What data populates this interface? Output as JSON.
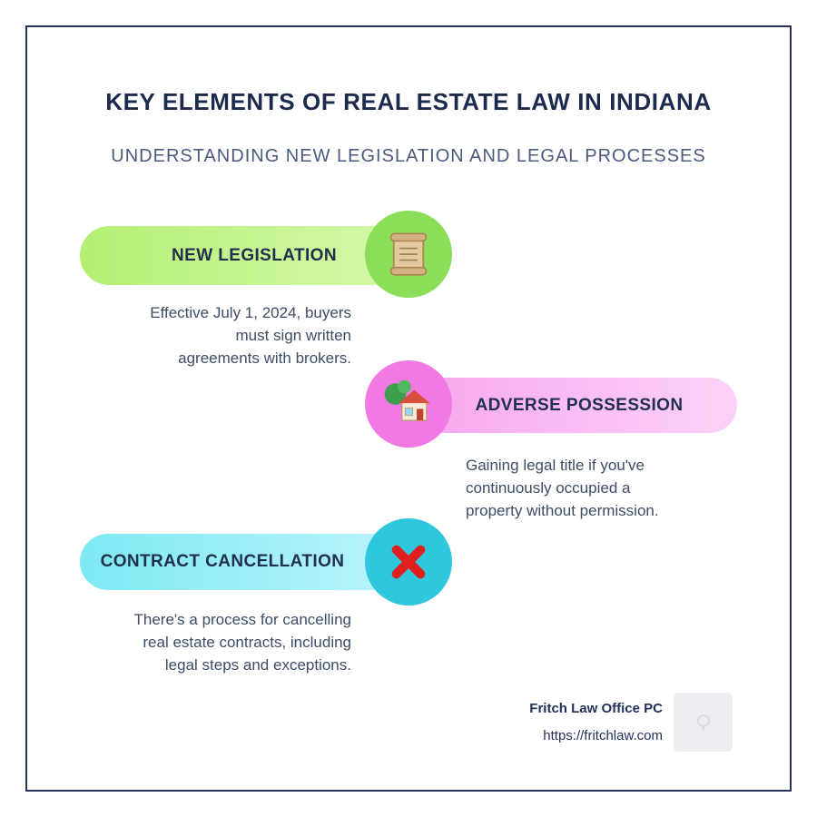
{
  "page": {
    "title": "KEY ELEMENTS OF REAL ESTATE LAW IN INDIANA",
    "subtitle": "UNDERSTANDING NEW LEGISLATION AND LEGAL PROCESSES"
  },
  "theme": {
    "frame_border": "#27335c",
    "title_color": "#1c2b4d",
    "subtitle_color": "#4a5b7e",
    "body_text_color": "#3d4d66",
    "label_color": "#21304f"
  },
  "sections": [
    {
      "label": "NEW LEGISLATION",
      "icon": "scroll-icon",
      "pill": {
        "from": "#b3ef73",
        "to": "#d8f9ad",
        "dir": "90deg"
      },
      "circle_color": "#8ade58",
      "description_lines": [
        "Effective July 1, 2024, buyers",
        "must sign written",
        "agreements with brokers."
      ]
    },
    {
      "label": "ADVERSE POSSESSION",
      "icon": "house-icon",
      "pill": {
        "from": "#f8a6ee",
        "to": "#fbd2f7",
        "dir": "90deg"
      },
      "circle_color": "#f279e4",
      "description_lines": [
        "Gaining legal title if you've",
        "continuously occupied a",
        "property without permission."
      ]
    },
    {
      "label": "CONTRACT CANCELLATION",
      "icon": "cross-icon",
      "pill": {
        "from": "#7ee9f3",
        "to": "#bdf4f9",
        "dir": "90deg"
      },
      "circle_color": "#2fc7de",
      "description_lines": [
        "There's a process for cancelling",
        "real estate contracts, including",
        "legal steps and exceptions."
      ]
    }
  ],
  "footer": {
    "company": "Fritch Law Office PC",
    "website": "https://fritchlaw.com"
  }
}
